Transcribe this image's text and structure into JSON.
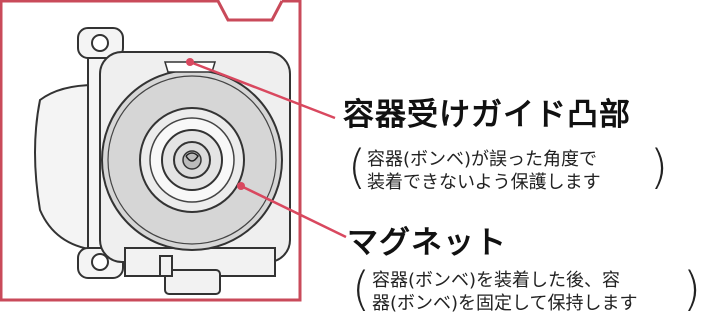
{
  "annotations": {
    "guide": {
      "title": "容器受けガイド凸部",
      "lines": [
        "容器(ボンベ)が誤った角度で",
        "装着できないよう保護します"
      ]
    },
    "magnet": {
      "title": "マグネット",
      "lines": [
        "容器(ボンベ)を装着した後、容",
        "器(ボンベ)を固定して保持します"
      ]
    }
  },
  "colors": {
    "frame": "#c94a5a",
    "leader": "#d9485f",
    "disc": "#d6d6d6",
    "line_art": "#333333"
  }
}
